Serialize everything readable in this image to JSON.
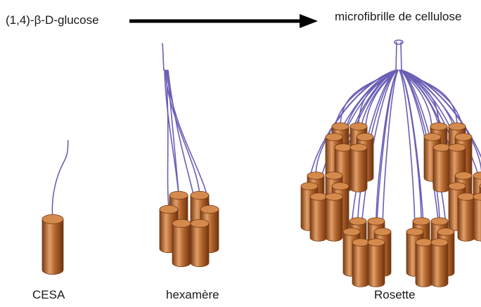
{
  "labels": {
    "start": "(1,4)-β-D-glucose",
    "end": "microfibrille de cellulose",
    "cesa": "CESA",
    "hexamer": "hexamère",
    "rosette": "Rosette"
  },
  "colors": {
    "cylinder_body": "#b5672e",
    "cylinder_dark": "#7a3a12",
    "cylinder_light": "#e0a06a",
    "cylinder_top": "#d38a4c",
    "strand": "#6a5fb5",
    "arrow": "#000000",
    "text": "#1a1a1a"
  },
  "icons": {
    "arrow": "right-arrow",
    "cylinder": "cesa-protein-cylinder",
    "strand": "glucan-chain-strand"
  }
}
